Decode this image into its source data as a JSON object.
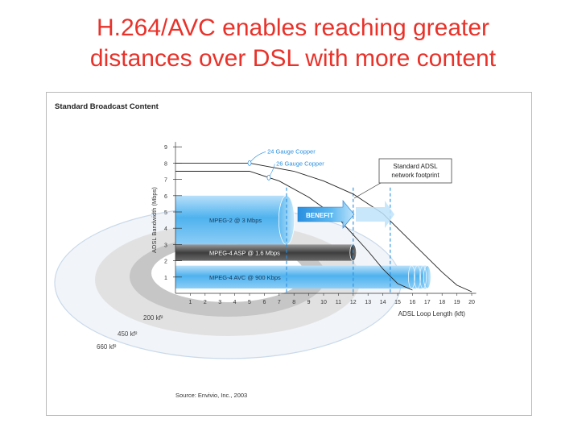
{
  "slide": {
    "title_line1": "H.264/AVC enables reaching greater",
    "title_line2": "distances over DSL with more content"
  },
  "figure": {
    "heading": "Standard Broadcast Content",
    "source": "Source: Envivio, Inc., 2003",
    "callout_line1": "Standard ADSL",
    "callout_line2": "network footprint",
    "benefit_label": "BENEFIT",
    "rings": [
      "200 kf²",
      "450 kf²",
      "660 kf²"
    ]
  },
  "chart_data": {
    "type": "line",
    "title": "Standard Broadcast Content",
    "xlabel": "ADSL Loop Length (kft)",
    "ylabel": "ADSL Bandwidth (Mbps)",
    "xlim": [
      0,
      20
    ],
    "ylim": [
      0,
      9
    ],
    "x_ticks": [
      1,
      2,
      3,
      4,
      5,
      6,
      7,
      8,
      9,
      10,
      11,
      12,
      13,
      14,
      15,
      16,
      17,
      18,
      19,
      20
    ],
    "y_ticks": [
      1,
      2,
      3,
      4,
      5,
      6,
      7,
      8,
      9
    ],
    "series": [
      {
        "name": "24 Gauge Copper",
        "x": [
          0,
          5,
          8,
          10,
          12,
          14,
          15,
          16,
          17,
          18,
          19,
          20
        ],
        "y": [
          8,
          8,
          7.5,
          6.9,
          6.1,
          4.9,
          4.0,
          3.1,
          2.2,
          1.3,
          0.5,
          0.1
        ]
      },
      {
        "name": "26 Gauge Copper",
        "x": [
          0,
          5,
          7,
          9,
          11,
          12,
          13,
          14,
          15,
          16
        ],
        "y": [
          7.5,
          7.5,
          6.9,
          5.9,
          4.6,
          3.6,
          2.6,
          1.5,
          0.6,
          0.2
        ]
      }
    ],
    "bands": [
      {
        "label": "MPEG-2 @ 3 Mbps",
        "y_range": [
          3,
          6
        ],
        "x_end": 7.5
      },
      {
        "label": "MPEG-4 ASP @ 1.6 Mbps",
        "y_range": [
          2,
          3
        ],
        "x_end": 12
      },
      {
        "label": "MPEG-4 AVC @ 900 Kbps",
        "y_range": [
          0.3,
          1.7
        ],
        "x_end": 17
      }
    ],
    "reference_lines_x": [
      7.5,
      12,
      14.5
    ],
    "legend": "inline-labels"
  }
}
